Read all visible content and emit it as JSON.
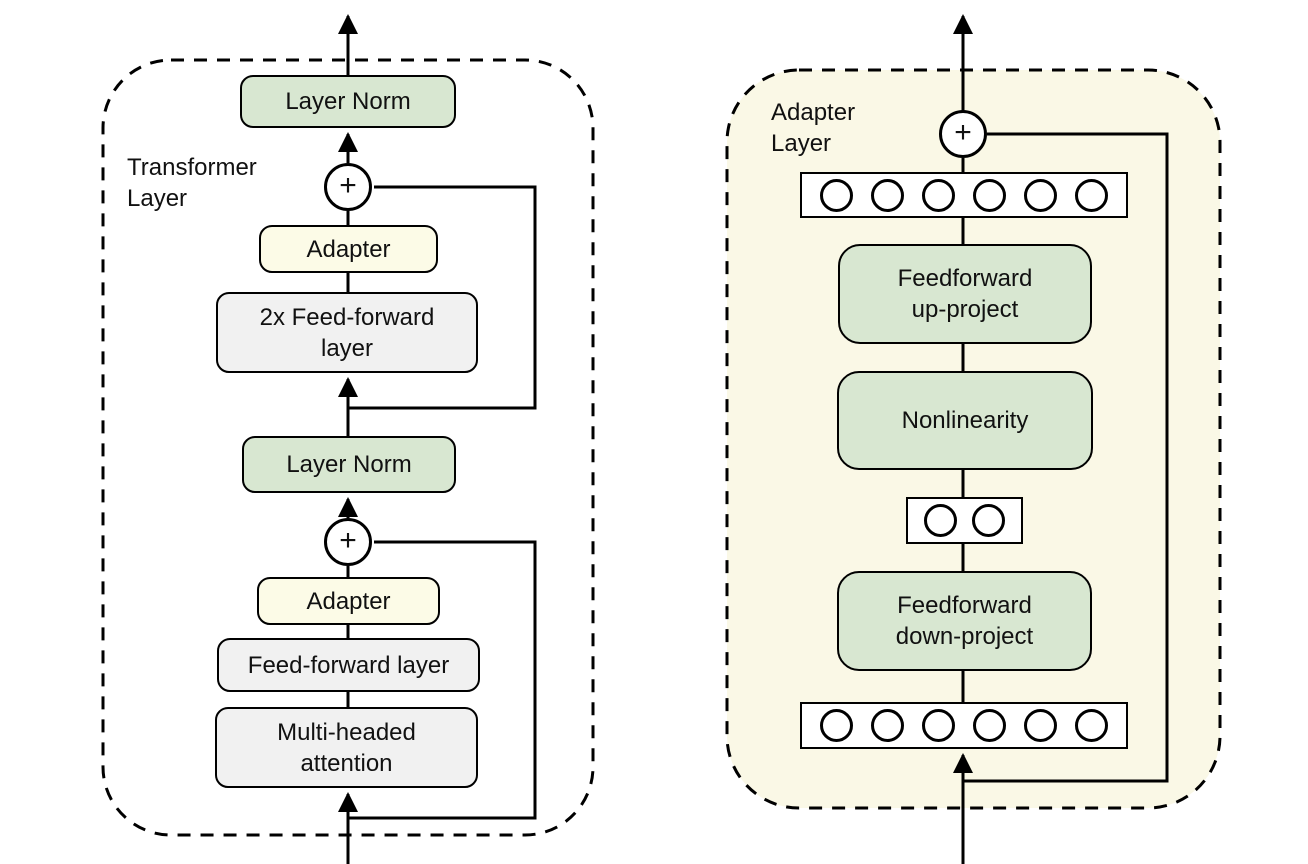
{
  "colors": {
    "green": "#d8e7d1",
    "cream": "#fcfbe7",
    "creambg": "#faf8e6",
    "gray": "#f1f1f1",
    "stroke": "#000000"
  },
  "left_diagram": {
    "title": "Transformer\nLayer",
    "layer_norm_top": "Layer Norm",
    "adapter_top": "Adapter",
    "feedforward_2x": "2x Feed-forward\nlayer",
    "layer_norm_bottom": "Layer Norm",
    "adapter_bottom": "Adapter",
    "feedforward": "Feed-forward layer",
    "attention": "Multi-headed\nattention",
    "add_symbol": "+"
  },
  "right_diagram": {
    "title": "Adapter\nLayer",
    "up_project": "Feedforward\nup-project",
    "nonlinearity": "Nonlinearity",
    "down_project": "Feedforward\ndown-project",
    "add_symbol": "+",
    "feature_count": 6,
    "bottleneck_count": 2
  }
}
